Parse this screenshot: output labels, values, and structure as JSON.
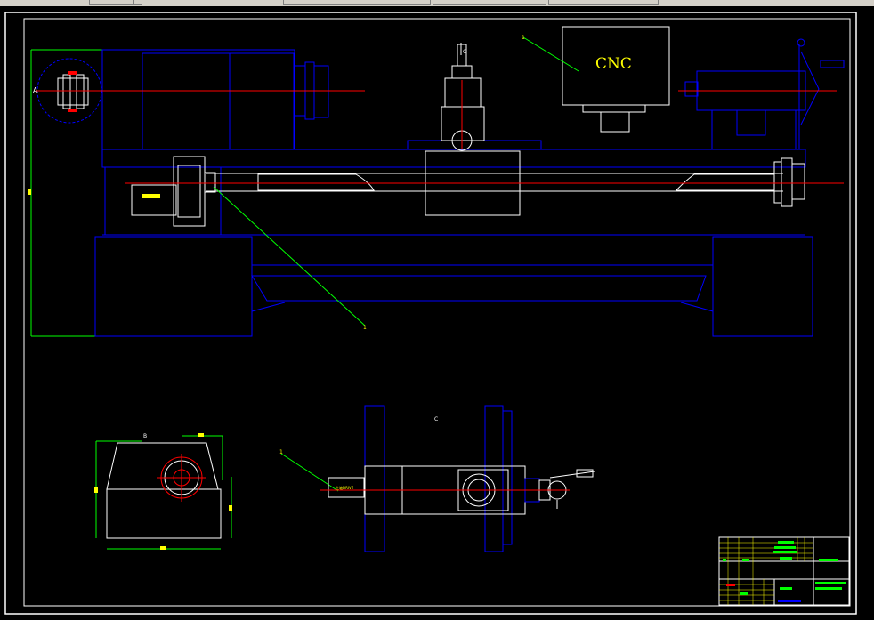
{
  "drawing": {
    "cnc_label": "CNC",
    "callouts": {
      "top_1": "1",
      "top_c": "C",
      "section_a": "A",
      "bottom_1": "1",
      "view_b": "B",
      "view_c": "C",
      "tool_label": "主轴DRIVE"
    }
  },
  "colors": {
    "background": "#000000",
    "outline": "#0000ff",
    "part": "#ffffff",
    "centerline": "#ff0000",
    "leader": "#00ff00",
    "label": "#ffff00",
    "frame": "#ffffff"
  }
}
